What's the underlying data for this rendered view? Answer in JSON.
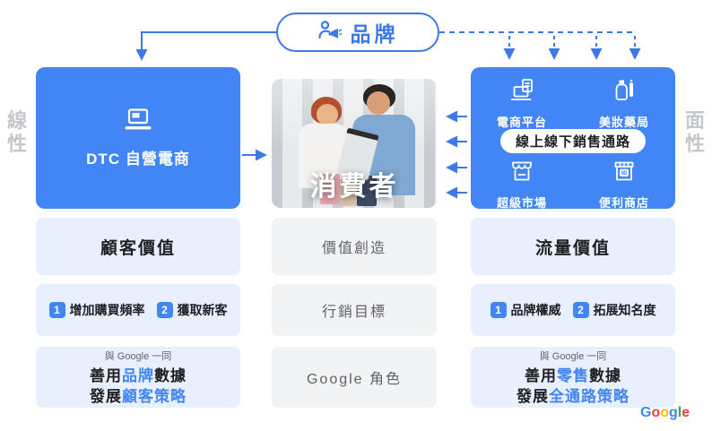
{
  "colors": {
    "blue": "#4285F4",
    "pill_blue": "#3C78E8",
    "light_blue_box": "#E8F0FE",
    "light_gray_box": "#F1F3F4",
    "dark_text": "#202124",
    "gray_text": "#5F6368",
    "side_label_gray": "#C4C8CC",
    "logo": {
      "g1": "#4285F4",
      "o1": "#EA4335",
      "o2": "#FBBC05",
      "g2": "#4285F4",
      "l": "#34A853",
      "e": "#EA4335"
    }
  },
  "brand": {
    "label": "品牌",
    "icon": "person-megaphone-icon"
  },
  "side_labels": {
    "left": "線性",
    "right": "面性"
  },
  "dtc": {
    "label": "DTC 自營電商",
    "icon": "laptop-icon"
  },
  "consumer": {
    "label": "消費者"
  },
  "channels": {
    "pill": "線上線下銷售通路",
    "items": [
      {
        "label": "電商平台",
        "icon": "ecommerce-platform-icon"
      },
      {
        "label": "美妝藥局",
        "icon": "beauty-pharmacy-icon"
      },
      {
        "label": "超級市場",
        "icon": "supermarket-icon"
      },
      {
        "label": "便利商店",
        "icon": "convenience-store-icon"
      }
    ],
    "convenience_sign": "24"
  },
  "row_value": {
    "left": "顧客價值",
    "center": "價值創造",
    "right": "流量價值"
  },
  "row_goals": {
    "left": {
      "items": [
        {
          "num": "1",
          "label": "增加購買頻率"
        },
        {
          "num": "2",
          "label": "獲取新客"
        }
      ]
    },
    "center": "行銷目標",
    "right": {
      "items": [
        {
          "num": "1",
          "label": "品牌權威"
        },
        {
          "num": "2",
          "label": "拓展知名度"
        }
      ]
    }
  },
  "row_google": {
    "left": {
      "header": "與 Google 一同",
      "seg1a": "善用",
      "seg1b": "品牌",
      "seg1c": "數據",
      "seg2a": "發展",
      "seg2b": "顧客策略"
    },
    "center": "Google 角色",
    "right": {
      "header": "與 Google 一同",
      "seg1a": "善用",
      "seg1b": "零售",
      "seg1c": "數據",
      "seg2a": "發展",
      "seg2b": "全通路策略"
    }
  },
  "footer_logo": {
    "letters": [
      {
        "ch": "G"
      },
      {
        "ch": "o"
      },
      {
        "ch": "o"
      },
      {
        "ch": "g"
      },
      {
        "ch": "l"
      },
      {
        "ch": "e"
      }
    ]
  }
}
